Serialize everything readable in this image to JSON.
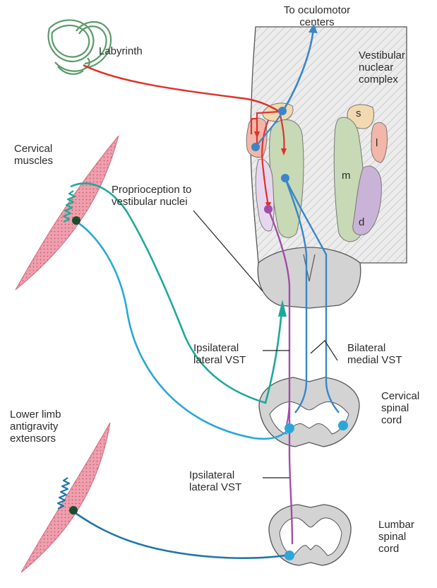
{
  "labels": {
    "to_oculomotor": "To oculomotor\ncenters",
    "labyrinth": "Labyrinth",
    "vestibular_nuclear_complex": "Vestibular\nnuclear\ncomplex",
    "nucleus_s": "s",
    "nucleus_l": "l",
    "nucleus_m": "m",
    "nucleus_d": "d",
    "cervical_muscles": "Cervical\nmuscles",
    "proprioception": "Proprioception to\nvestibular nuclei",
    "ipsilateral_lateral_vst_upper": "Ipsilateral\nlateral VST",
    "bilateral_medial_vst": "Bilateral\nmedial VST",
    "cervical_spinal_cord": "Cervical\nspinal\ncord",
    "lower_limb": "Lower limb\nantigravity\nextensors",
    "ipsilateral_lateral_vst_lower": "Ipsilateral\nlateral VST",
    "lumbar_spinal_cord": "Lumbar\nspinal\ncord"
  },
  "colors": {
    "vestibular_input": "#e0312b",
    "oculomotor_pathway": "#3a86c8",
    "medial_vst": "#3a86c8",
    "lateral_vst": "#a24da6",
    "cervical_proprioception": "#1fa89a",
    "cervical_motor": "#2aa7d8",
    "lumbar_motor": "#1f77a8",
    "muscle": "#e88a9a",
    "labyrinth": "#5a9a6a",
    "brainstem": "#dcdcdc",
    "grey_matter": "#ffffff",
    "nucleus_s": "#f3d9b0",
    "nucleus_l": "#f2b7a8",
    "nucleus_m": "#c7d9b5",
    "nucleus_d": "#c9b3d6"
  }
}
